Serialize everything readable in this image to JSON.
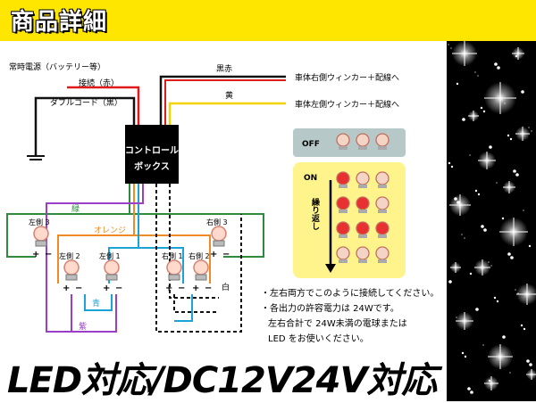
{
  "header": {
    "title": "商品詳細"
  },
  "footer": {
    "title": "LED対応/DC12V24V対応"
  },
  "diagram": {
    "labels": {
      "constant_power": "常時電源（バッテリー等）",
      "connect_red": "接続（赤）",
      "double_cord_black": "ダブルコード（黒）",
      "black_red": "黒赤",
      "yellow": "黄",
      "right_winker": "車体右側ウィンカー＋配線へ",
      "left_winker": "車体左側ウィンカー＋配線へ",
      "control_box_line1": "コントロール",
      "control_box_line2": "ボックス",
      "green": "緑",
      "orange": "オレンジ",
      "blue": "青",
      "purple": "紫",
      "white": "白",
      "left3": "左側 3",
      "left2": "左側 2",
      "left1": "左側 1",
      "right1": "右側 1",
      "right2": "右側 2",
      "right3": "右側 3",
      "plus": "+",
      "minus": "−"
    },
    "panel": {
      "off_label": "OFF",
      "on_label": "ON",
      "repeat_label": "繰り返し"
    },
    "colors": {
      "red": "#e0191b",
      "black": "#111111",
      "yellow": "#f3d400",
      "green": "#2e8b3e",
      "orange": "#f08a24",
      "blue": "#1ba3d8",
      "purple": "#9b3fc8",
      "panel_off": "#b6c8c8",
      "panel_on": "#fff48c",
      "bulb_lit": "#e83030"
    }
  },
  "notes": [
    "・左右両方でこのように接続してください。",
    "・各出力の許容電力は 24Wです。",
    "左右合計で 24W未満の電球または",
    "LED をお使いください。"
  ]
}
